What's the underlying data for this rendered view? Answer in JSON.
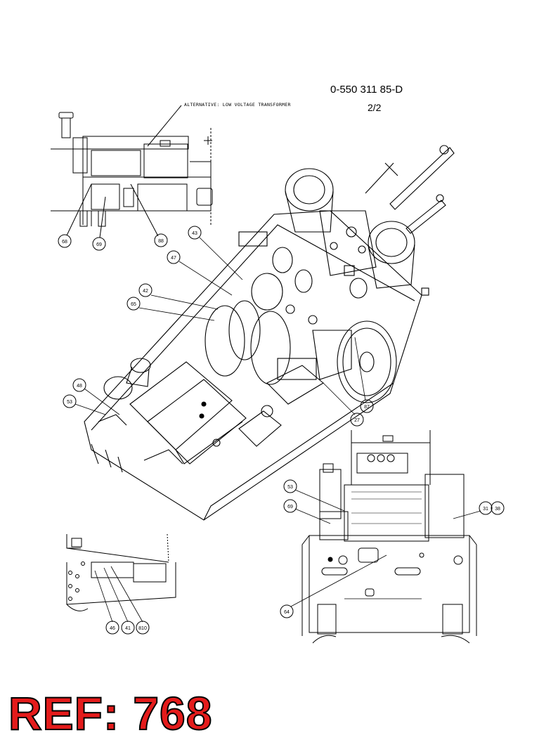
{
  "header": {
    "document_number": "0-550 311 85-D",
    "sheet": "2/2"
  },
  "note": "ALTERNATIVE: LOW VOLTAGE TRANSFORMER",
  "callouts": {
    "c68a": "68",
    "c69a": "69",
    "c88": "88",
    "c43": "43",
    "c47": "47",
    "c42": "42",
    "c65": "65",
    "c48": "48",
    "c53a": "53",
    "c87": "87",
    "c27": "27",
    "c53b": "53",
    "c69b": "69",
    "c31": "31",
    "c38": "38",
    "c64": "64",
    "c46": "46",
    "c41": "41",
    "c810": "810"
  },
  "stamp": "REF: 768"
}
